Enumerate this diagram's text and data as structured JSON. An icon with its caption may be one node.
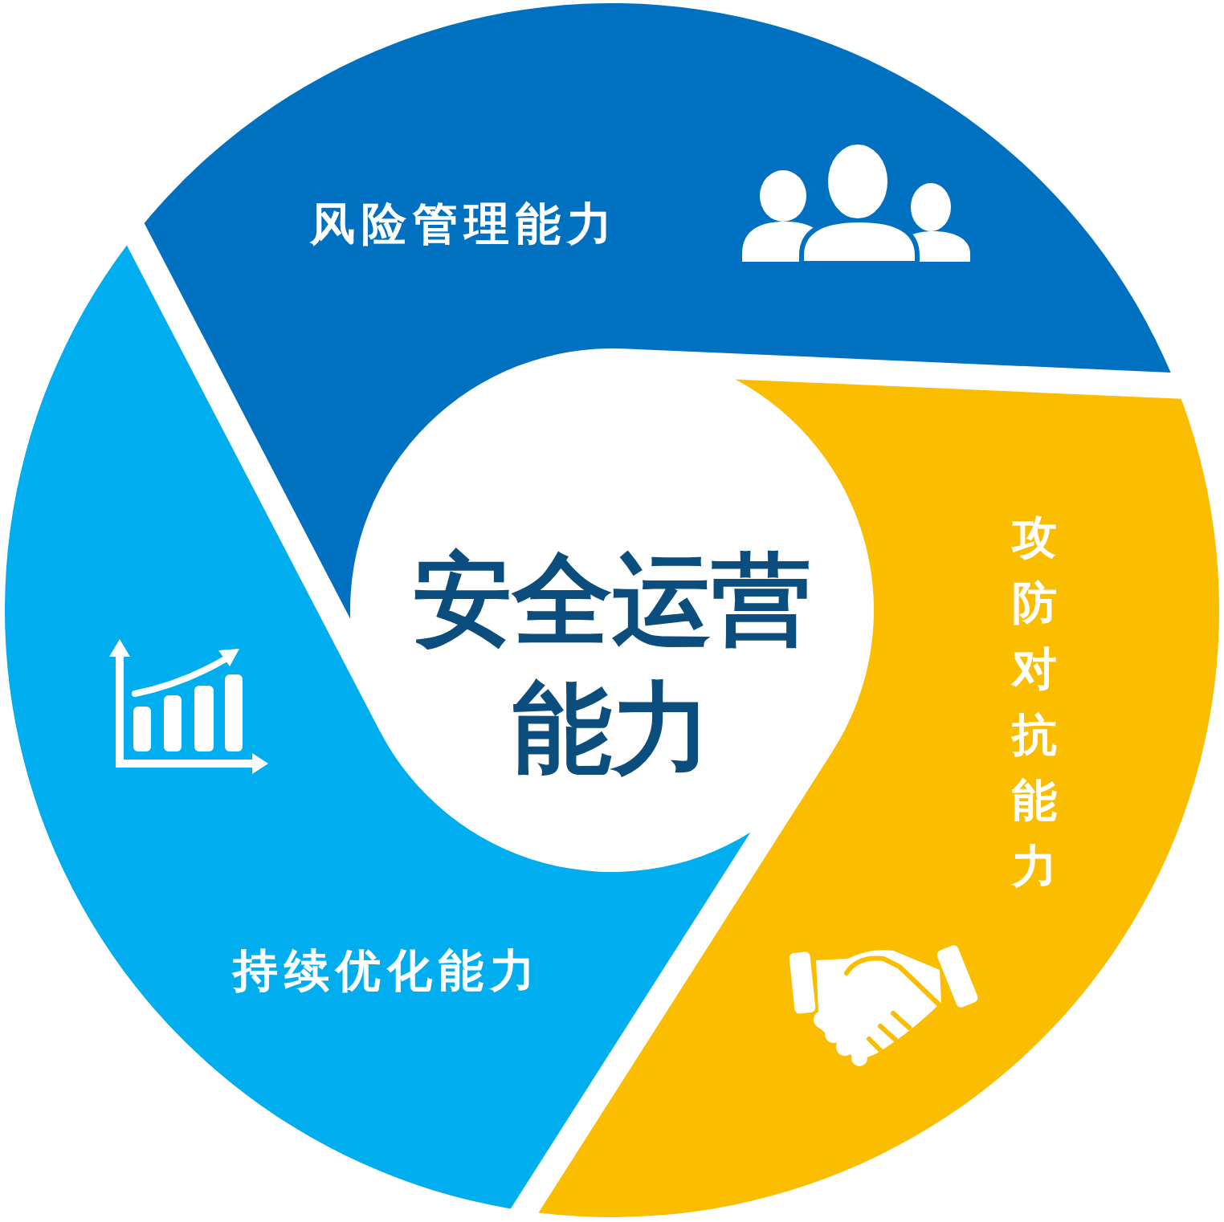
{
  "diagram": {
    "nodes": [
      {
        "text": [
          "安全运营能力"
        ]
      },
      {
        "text": [
          "风险管理能力"
        ]
      },
      {
        "text": [
          "攻防对抗能力"
        ]
      },
      {
        "text": [
          "持续优化能力"
        ]
      }
    ]
  }
}
